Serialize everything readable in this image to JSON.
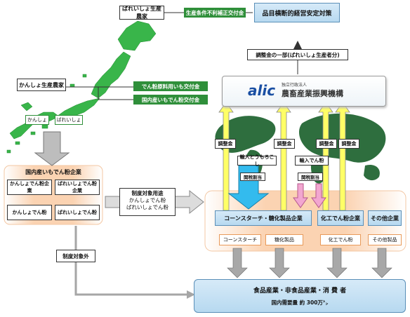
{
  "top": {
    "benefit_box": "品目横断的経営安定対策",
    "green_label": "生産条件不利補正交付金",
    "potato_farmer": "ばれいしょ生産農家",
    "adj_fee": "調整金の一部(ばれいしょ生産者分)"
  },
  "left": {
    "sweetpotato_farmer": "かんしょ生産農家",
    "tag_kansho": "かんしょ",
    "tag_bareisho": "ばれいしょ",
    "grant1": "でん粉原料用いも交付金",
    "grant2": "国内産いもでん粉交付金"
  },
  "alic": {
    "logo": "alic",
    "org_small": "独立行政法人",
    "org_name": "農畜産業振興機構"
  },
  "domestic": {
    "title": "国内産いもでん粉企業",
    "k_company": "かんしょでん粉企業",
    "b_company": "ばれいしょでん粉企業",
    "k_starch": "かんしょでん粉",
    "b_starch": "ばれいしょでん粉",
    "excluded": "制度対象外"
  },
  "flow": {
    "target_use": "制度対象用途",
    "target_items": [
      "かんしょでん粉",
      "ばれいしょでん粉"
    ],
    "adj1": "調整金",
    "adj2": "調整金",
    "adj3": "調整金",
    "adj4": "調整金",
    "import_corn": "輸入とうもろこし",
    "import_starch": "輸入でん粉",
    "tariff1": "関税割当",
    "tariff2": "関税割当"
  },
  "industry": {
    "corn_starch_co": "コーンスターチ・糖化製品企業",
    "chem_starch_co": "化工でん粉企業",
    "other_co": "その他企業",
    "p1": "コーンスターチ",
    "p2": "糖化製品",
    "p3": "化工でん粉",
    "p4": "その他製品"
  },
  "consumer": {
    "title": "食品産業・非食品産業・消 費 者",
    "demand": "国内需要量 約 300万㌧"
  },
  "colors": {
    "green": "#2f8f3a",
    "arrow_yellow": "#ffff66",
    "arrow_cyan": "#33bbee",
    "arrow_pink": "#f2a6d0",
    "arrow_gray": "#999999",
    "alic_blue": "#1a4fa3"
  }
}
